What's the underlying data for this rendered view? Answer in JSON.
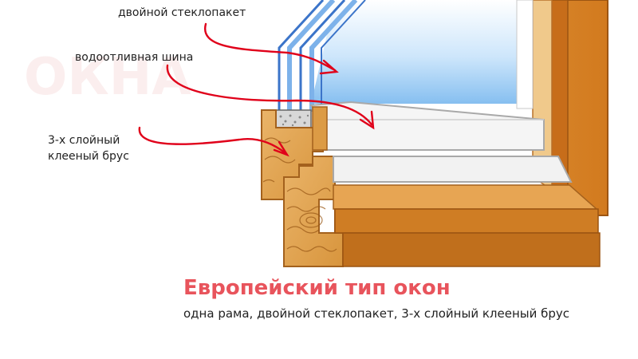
{
  "labels": {
    "glass_unit": "двойной стеклопакет",
    "drip_bar": "водоотливная шина",
    "timber_line1": "3-х слойный",
    "timber_line2": "клееный брус"
  },
  "title": "Европейский тип окон",
  "subtitle": "одна рама, двойной стеклопакет, 3-х слойный клееный брус",
  "watermark": "ОКНА",
  "colors": {
    "title": "#e8545c",
    "arrow": "#e0001a",
    "glass": "#9fd0f5",
    "glass_edge": "#3b74c9",
    "wood": "#e0a54a",
    "wood_dark": "#c5781f",
    "frame_outer": "#d47a1d",
    "frame_inner": "#b8651a",
    "sill_white": "#f5f5f5"
  }
}
